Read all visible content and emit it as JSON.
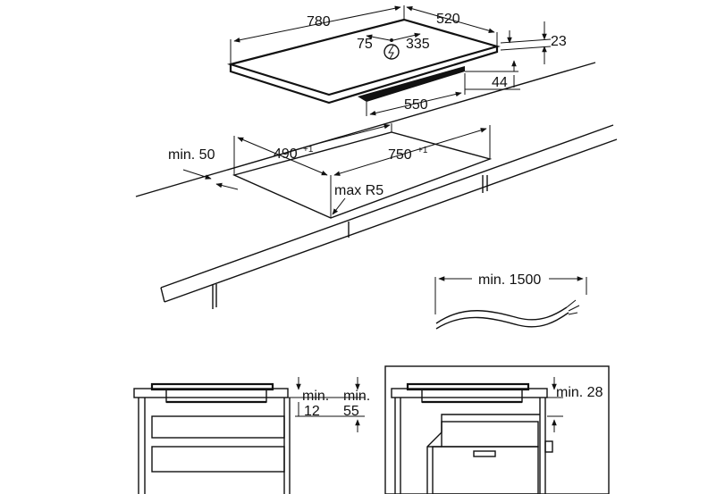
{
  "hob": {
    "width_label": "780",
    "depth_label": "520",
    "inner_width_label": "550",
    "thickness_label": "23",
    "insert_depth_label": "44",
    "conn_left_label": "75",
    "conn_right_label": "335"
  },
  "cutout": {
    "margin_label": "min. 50",
    "depth_label": "490",
    "depth_tol": "+1",
    "width_label": "750",
    "width_tol": "+1",
    "radius_label": "max R5"
  },
  "cable": {
    "length_label": "min. 1500"
  },
  "section_left": {
    "gap1_line1": "min.",
    "gap1_line2": "12",
    "gap2_line1": "min.",
    "gap2_line2": "55"
  },
  "section_right": {
    "gap_label": "min. 28"
  },
  "colors": {
    "line": "#111111",
    "background": "#ffffff"
  }
}
